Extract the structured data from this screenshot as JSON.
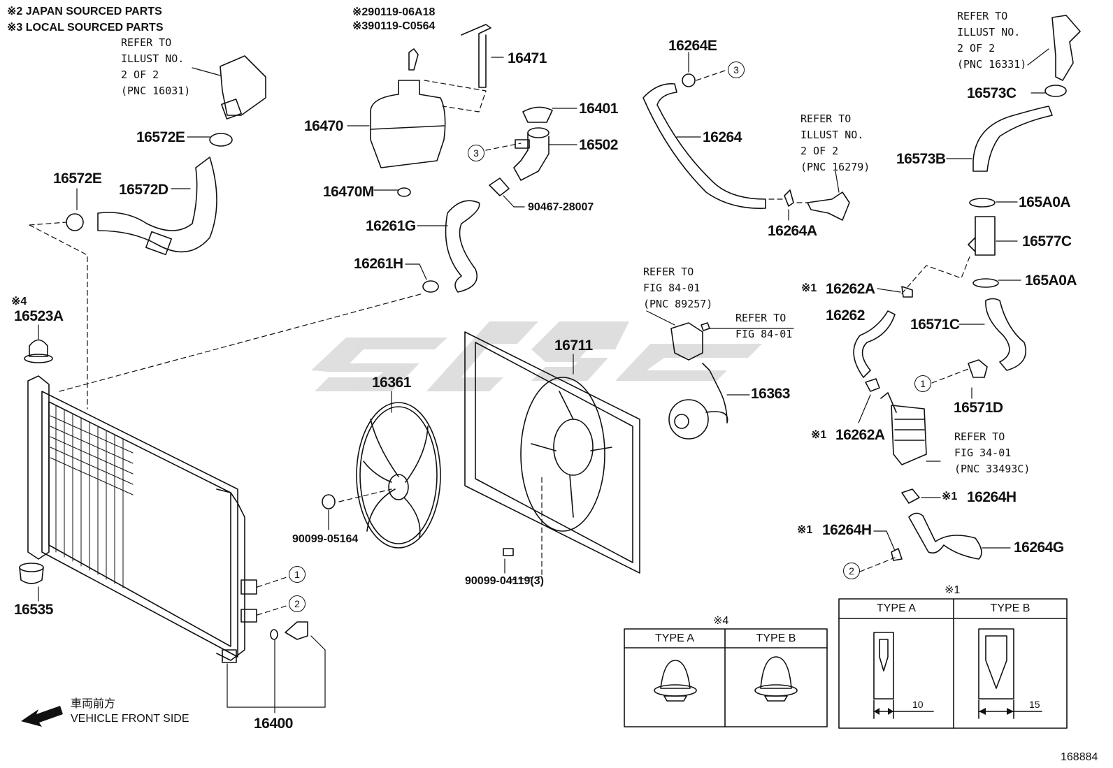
{
  "notes": {
    "japan": "※2 JAPAN SOURCED PARTS",
    "local": "※3 LOCAL SOURCED PARTS",
    "bolt_a": "※290119-06A18",
    "bolt_b": "※390119-C0564"
  },
  "refs": {
    "r16031": "REFER TO\nILLUST NO.\n2 OF 2\n(PNC 16031)",
    "r16331": "REFER TO\nILLUST NO.\n2 OF 2\n(PNC 16331)",
    "r16279": "REFER TO\nILLUST NO.\n2 OF 2\n(PNC 16279)",
    "r89257": "REFER TO\nFIG 84-01\n(PNC 89257)",
    "r8401": "REFER TO\nFIG 84-01",
    "r33493": "REFER TO\nFIG 34-01\n(PNC 33493C)"
  },
  "parts": {
    "p16471": "16471",
    "p16470": "16470",
    "p16401": "16401",
    "p16502": "16502",
    "p16470M": "16470M",
    "p90467": "90467-28007",
    "p16261G": "16261G",
    "p16261H": "16261H",
    "p16572E_a": "16572E",
    "p16572E_b": "16572E",
    "p16572D": "16572D",
    "p16523A": "16523A",
    "p16523A_mark": "※4",
    "p16535": "16535",
    "p16400": "16400",
    "p16361": "16361",
    "p16711": "16711",
    "p90099_05164": "90099-05164",
    "p90099_04119": "90099-04119(3)",
    "p16363": "16363",
    "p16264E": "16264E",
    "p16264": "16264",
    "p16264A": "16264A",
    "p16573C": "16573C",
    "p16573B": "16573B",
    "p165A0A_a": "165A0A",
    "p16577C": "16577C",
    "p165A0A_b": "165A0A",
    "p16262A_a": "16262A",
    "p16262": "16262",
    "p16571C": "16571C",
    "p16571D": "16571D",
    "p16262A_b": "16262A",
    "p16264H_a": "16264H",
    "p16264H_b": "16264H",
    "p16264G": "16264G",
    "mark1": "※1"
  },
  "circles": {
    "c1": "1",
    "c2": "2",
    "c3": "3"
  },
  "tables": {
    "t4": {
      "mark": "※4",
      "type_a": "TYPE A",
      "type_b": "TYPE B"
    },
    "t1": {
      "mark": "※1",
      "type_a": "TYPE A",
      "type_b": "TYPE B",
      "dim_a": "10",
      "dim_b": "15"
    }
  },
  "front": {
    "jp": "車両前方",
    "en": "VEHICLE FRONT SIDE"
  },
  "diagram_id": "168884"
}
